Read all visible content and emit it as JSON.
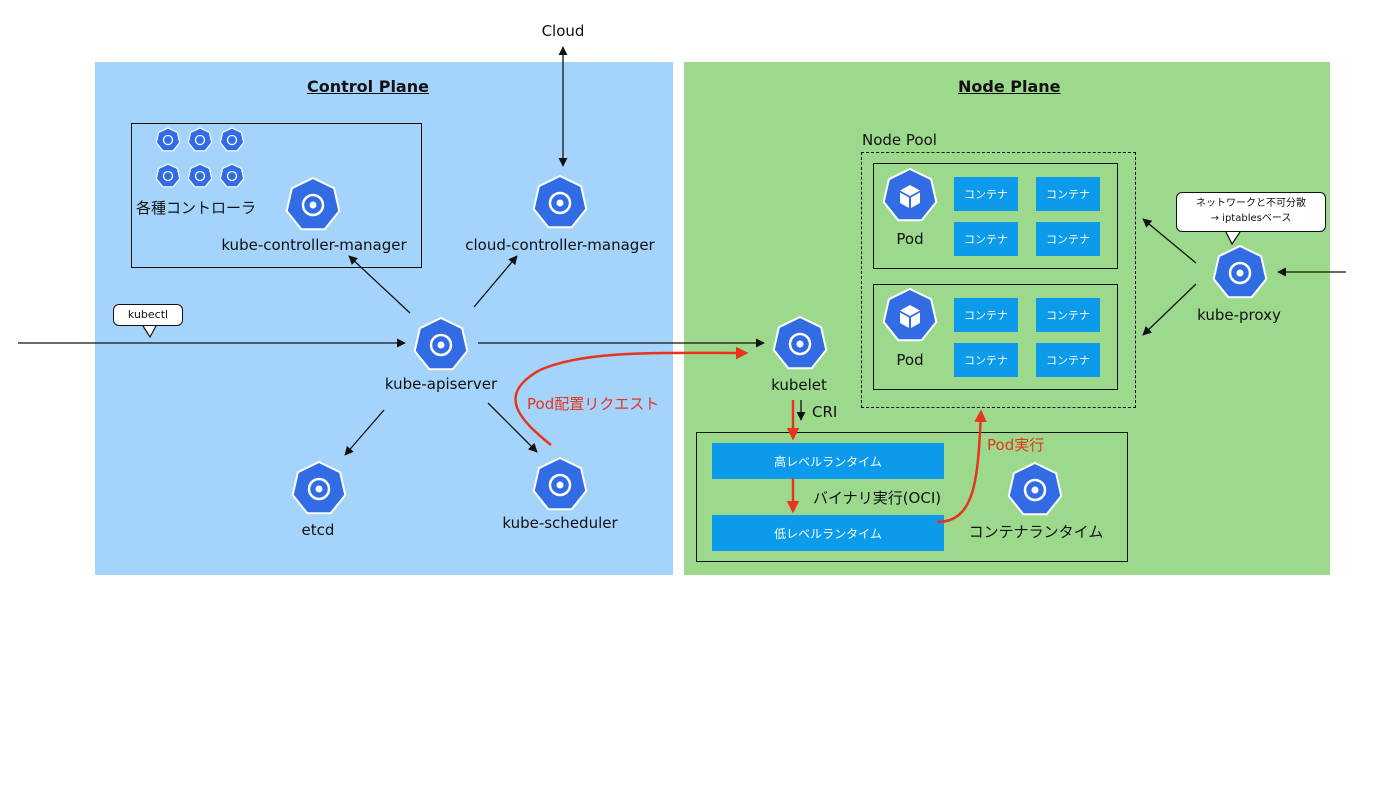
{
  "cloud_label": "Cloud",
  "control_plane": {
    "title": "Control Plane",
    "controllers_label": "各種コントローラ",
    "kcm_label": "kube-controller-manager",
    "ccm_label": "cloud-controller-manager",
    "apiserver_label": "kube-apiserver",
    "etcd_label": "etcd",
    "scheduler_label": "kube-scheduler",
    "kubectl_label": "kubectl",
    "pod_request_label": "Pod配置リクエスト"
  },
  "node_plane": {
    "title": "Node Plane",
    "node_pool_label": "Node Pool",
    "pods": [
      {
        "label": "Pod",
        "containers": [
          "コンテナ",
          "コンテナ",
          "コンテナ",
          "コンテナ"
        ]
      },
      {
        "label": "Pod",
        "containers": [
          "コンテナ",
          "コンテナ",
          "コンテナ",
          "コンテナ"
        ]
      }
    ],
    "kubelet_label": "kubelet",
    "cri_label": "CRI",
    "high_runtime_label": "高レベルランタイム",
    "low_runtime_label": "低レベルランタイム",
    "binary_exec_label": "バイナリ実行(OCI)",
    "container_runtime_label": "コンテナランタイム",
    "pod_exec_label": "Pod実行",
    "kube_proxy_label": "kube-proxy",
    "proxy_note_line1": "ネットワークと不可分散",
    "proxy_note_line2": "→ iptablesベース"
  },
  "colors": {
    "control_plane_bg": "#a4d3fb",
    "node_plane_bg": "#9dd98d",
    "k8s_blue": "#326ce5",
    "container_blue": "#0c9bea",
    "flow_red": "#e8331f"
  }
}
